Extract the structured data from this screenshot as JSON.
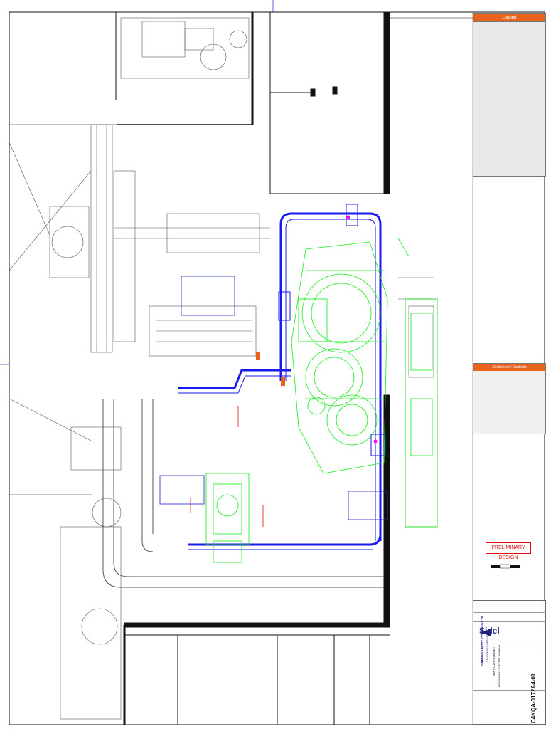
{
  "legend": {
    "title": "Legend",
    "items_left": [
      "",
      "",
      "",
      "",
      "",
      "",
      "",
      "",
      "",
      "",
      "",
      ""
    ],
    "items_right": [
      "",
      "",
      "",
      "",
      "",
      "",
      ""
    ],
    "colors": {
      "scope_red": "#e01010",
      "new_equipment_green": "#22dd22",
      "new_template_green": "#118811",
      "moved_orange": "#e8631c",
      "not_provided_red": "#c01020",
      "removed_red": "#c8102e",
      "existing_gray": "#777777",
      "quick_magenta": "#ff00ff",
      "new_conveyor_blue": "#2222cc",
      "accumulation_purple": "#8a2be2",
      "stop_blue": "#1e40ff",
      "transfer_cyan": "#22ddee",
      "curb_olive": "#9a7a1a"
    }
  },
  "containers": {
    "title": "Containers / Contents",
    "rows": 10
  },
  "preliminary_label": "PRELIMINARY DESIGN",
  "title_block": {
    "logo_text": "Sidel",
    "company": "GRENADA BOTT. COMPANY LTD",
    "location": "ST GEORGES GRENADA",
    "project": "NEW FILLER + LABELER",
    "drawing_type": "PRELIMINARY CONCEPT DRAWING",
    "drawing_number": "C4KQA-0172A4-01"
  },
  "colors": {
    "conveyor_blue": "#1a1aee",
    "equipment_green": "#11ee11",
    "building_black": "#111111",
    "existing_gray": "#555555",
    "accent_orange": "#e8631c",
    "cut_red": "#e01010"
  }
}
